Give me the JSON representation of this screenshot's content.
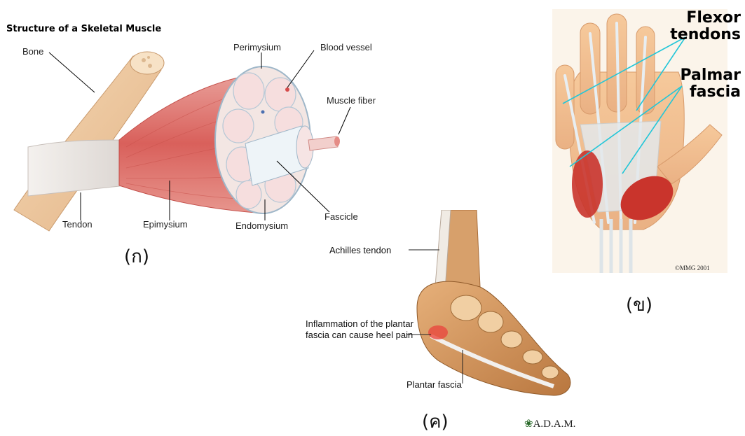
{
  "panel_a": {
    "title": "Structure of a Skeletal Muscle",
    "labels": {
      "bone": "Bone",
      "perimysium": "Perimysium",
      "blood_vessel": "Blood vessel",
      "muscle_fiber": "Muscle fiber",
      "tendon": "Tendon",
      "epimysium": "Epimysium",
      "endomysium": "Endomysium",
      "fascicle": "Fascicle"
    },
    "caption": "(ก)"
  },
  "panel_b": {
    "labels": {
      "flexor_tendons": "Flexor tendons",
      "palmar_fascia": "Palmar fascia"
    },
    "copyright": "©MMG 2001",
    "caption": "(ข)",
    "line_color": "#22c6d8"
  },
  "panel_c": {
    "labels": {
      "achilles": "Achilles tendon",
      "inflammation": "Inflammation of the plantar fascia can cause heel pain",
      "plantar": "Plantar fascia"
    },
    "logo": "A.D.A.M.",
    "caption": "(ค)"
  }
}
